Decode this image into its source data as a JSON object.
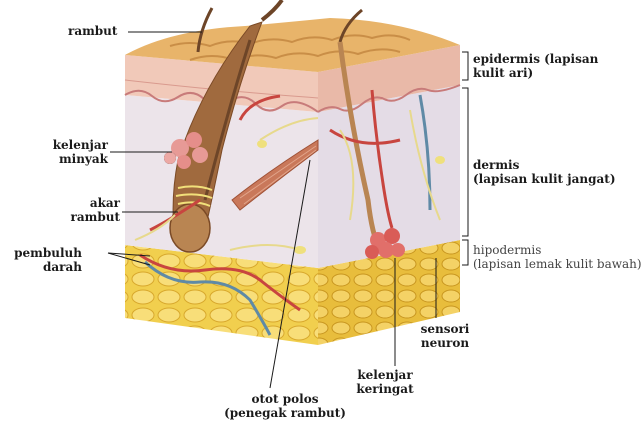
{
  "labels": {
    "rambut": "rambut",
    "kelenjar_minyak": [
      "kelenjar",
      "minyak"
    ],
    "akar_rambut": [
      "akar",
      "rambut"
    ],
    "pembuluh_darah": [
      "pembuluh",
      "darah"
    ],
    "epidermis": [
      "epidermis (lapisan",
      "kulit ari)"
    ],
    "dermis": [
      "dermis",
      "(lapisan kulit jangat)"
    ],
    "hipodermis": [
      "hipodermis",
      "(lapisan lemak kulit bawah)"
    ],
    "sensori_neuron": [
      "sensori",
      "neuron"
    ],
    "kelenjar_keringat": [
      "kelenjar",
      "keringat"
    ],
    "otot_polos": [
      "otot polos",
      "(penegak rambut)"
    ]
  },
  "colors": {
    "epidermis_top": "#e8b46a",
    "epidermis_face": "#f1c9b9",
    "dermis_face": "#ece4ea",
    "hypodermis": "#f1cf4e",
    "fat_lobule": "#f8de79",
    "hair": "#8a5a34",
    "vessel_red": "#c8453f",
    "vessel_blue": "#5f8aa6",
    "nerve": "#e7d98c",
    "muscle": "#c9785a",
    "gland": "#e79a96"
  }
}
